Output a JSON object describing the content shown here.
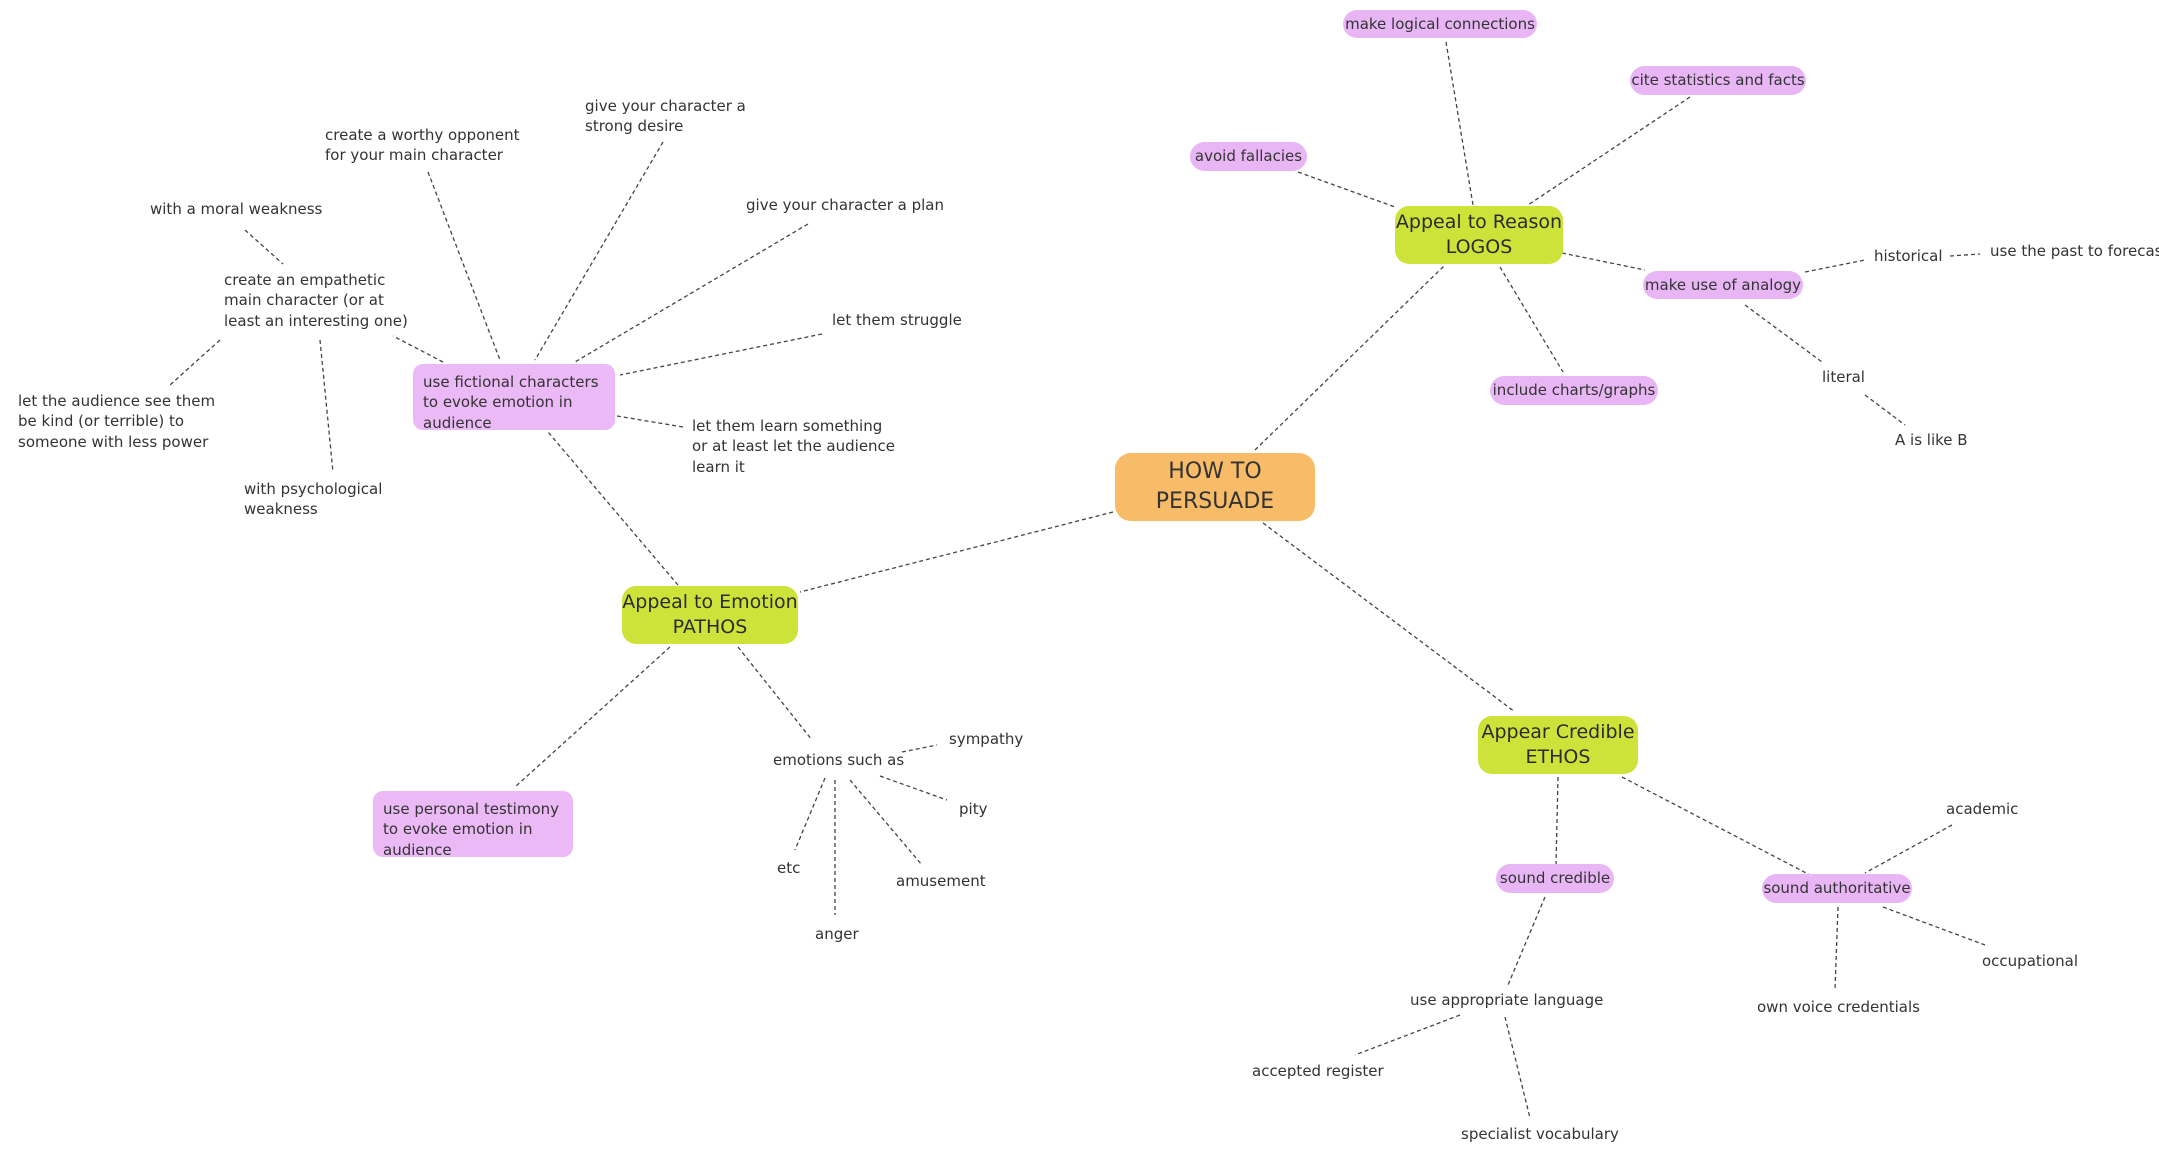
{
  "root": {
    "label": "HOW TO\nPERSUADE"
  },
  "branches": {
    "logos": {
      "label": "Appeal to Reason\nLOGOS",
      "make_logical_connections": "make logical connections",
      "cite_statistics": "cite statistics and facts",
      "avoid_fallacies": "avoid fallacies",
      "include_charts": "include charts/graphs",
      "analogy": {
        "label": "make use of analogy",
        "historical": "historical",
        "use_past": "use the past to forecast",
        "literal": "literal",
        "a_is_like_b": "A is like B"
      }
    },
    "pathos": {
      "label": "Appeal to Emotion\nPATHOS",
      "fictional": {
        "label": "use fictional characters to evoke emotion in audience",
        "worthy_opponent": "create a worthy opponent\nfor your main character",
        "strong_desire": "give your character a\nstrong desire",
        "plan": "give your character a plan",
        "struggle": "let them struggle",
        "learn": "let them learn something\nor at least let the audience\nlearn it",
        "empathetic": {
          "label": "create an empathetic\nmain character (or at\nleast an interesting one)",
          "moral_weakness": "with a moral weakness",
          "kind_or_terrible": "let the audience see them\nbe kind (or terrible) to\nsomeone with less power",
          "psychological_weakness": "with psychological\nweakness"
        }
      },
      "testimony": "use personal testimony to evoke emotion in audience",
      "emotions": {
        "label": "emotions such as",
        "sympathy": "sympathy",
        "pity": "pity",
        "amusement": "amusement",
        "anger": "anger",
        "etc": "etc"
      }
    },
    "ethos": {
      "label": "Appear Credible\nETHOS",
      "sound_credible": {
        "label": "sound credible",
        "language": {
          "label": "use appropriate language",
          "accepted_register": "accepted register",
          "specialist_vocabulary": "specialist vocabulary"
        }
      },
      "sound_authoritative": {
        "label": "sound authoritative",
        "academic": "academic",
        "occupational": "occupational",
        "own_voice": "own voice credentials"
      }
    }
  },
  "colors": {
    "root": "#f8bb67",
    "main": "#cde33a",
    "sub": "#e9b6f5",
    "edge": "#444444"
  }
}
